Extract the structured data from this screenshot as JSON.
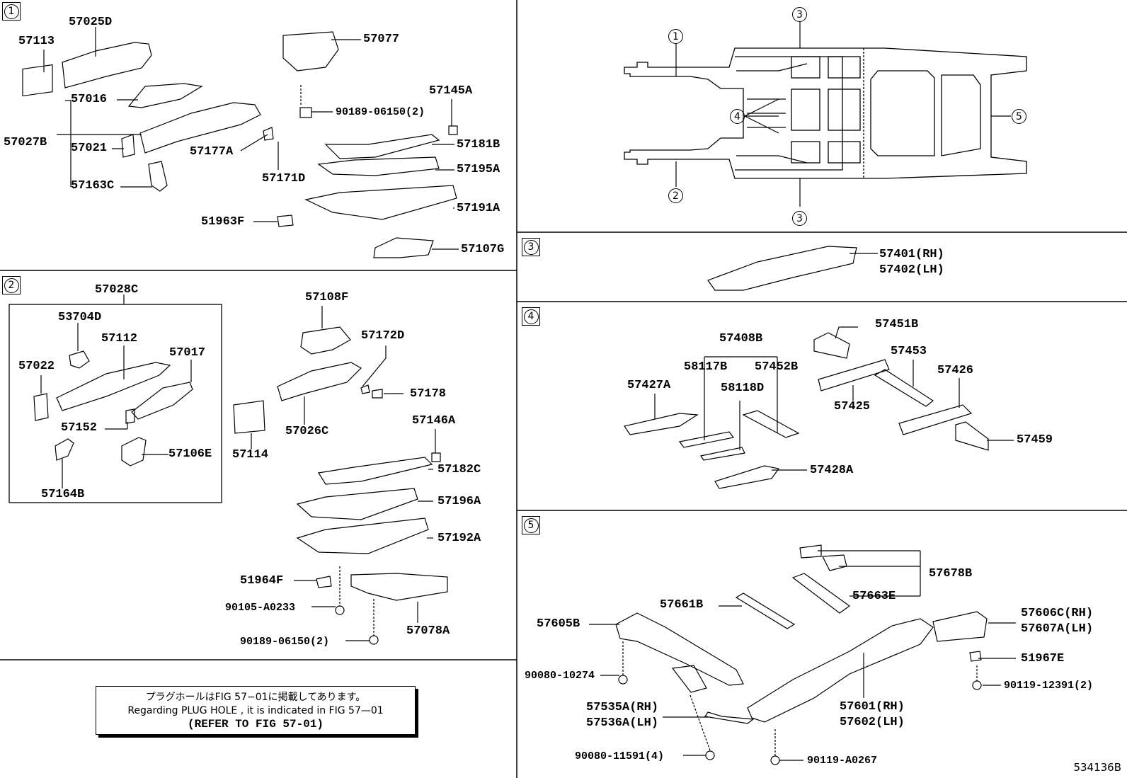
{
  "sections": [
    "1",
    "2",
    "3",
    "4",
    "5"
  ],
  "overview": {
    "callouts": [
      "1",
      "2",
      "3",
      "3",
      "4",
      "5"
    ]
  },
  "parts": {
    "s1": [
      "57113",
      "57025D",
      "57077",
      "57016",
      "57145A",
      "90189-06150(2)",
      "57027B",
      "57021",
      "57177A",
      "57181B",
      "57171D",
      "57195A",
      "57163C",
      "57191A",
      "51963F",
      "57107G"
    ],
    "s2": [
      "57028C",
      "53704D",
      "57112",
      "57017",
      "57022",
      "57152",
      "57106E",
      "57164B",
      "57108F",
      "57172D",
      "57178",
      "57114",
      "57026C",
      "57146A",
      "57182C",
      "57196A",
      "57192A",
      "51964F",
      "90105-A0233",
      "90189-06150(2)",
      "57078A"
    ],
    "s3": [
      "57401(RH)",
      "57402(LH)"
    ],
    "s4": [
      "57408B",
      "57451B",
      "58117B",
      "57452B",
      "57453",
      "57426",
      "57427A",
      "58118D",
      "57425",
      "57459",
      "57428A"
    ],
    "s5": [
      "57678B",
      "57663E",
      "57661B",
      "57605B",
      "57606C(RH)",
      "57607A(LH)",
      "51967E",
      "90080-10274",
      "90119-12391(2)",
      "57535A(RH)",
      "57536A(LH)",
      "57601(RH)",
      "57602(LH)",
      "90080-11591(4)",
      "90119-A0267"
    ]
  },
  "note": {
    "line1": "プラグホールはFIG 57−01に掲載してあります。",
    "line2": "Regarding  PLUG  HOLE , it is indicated in  FIG  57—01",
    "line3": "(REFER TO FIG 57-01)"
  },
  "figure_id": "534136B"
}
